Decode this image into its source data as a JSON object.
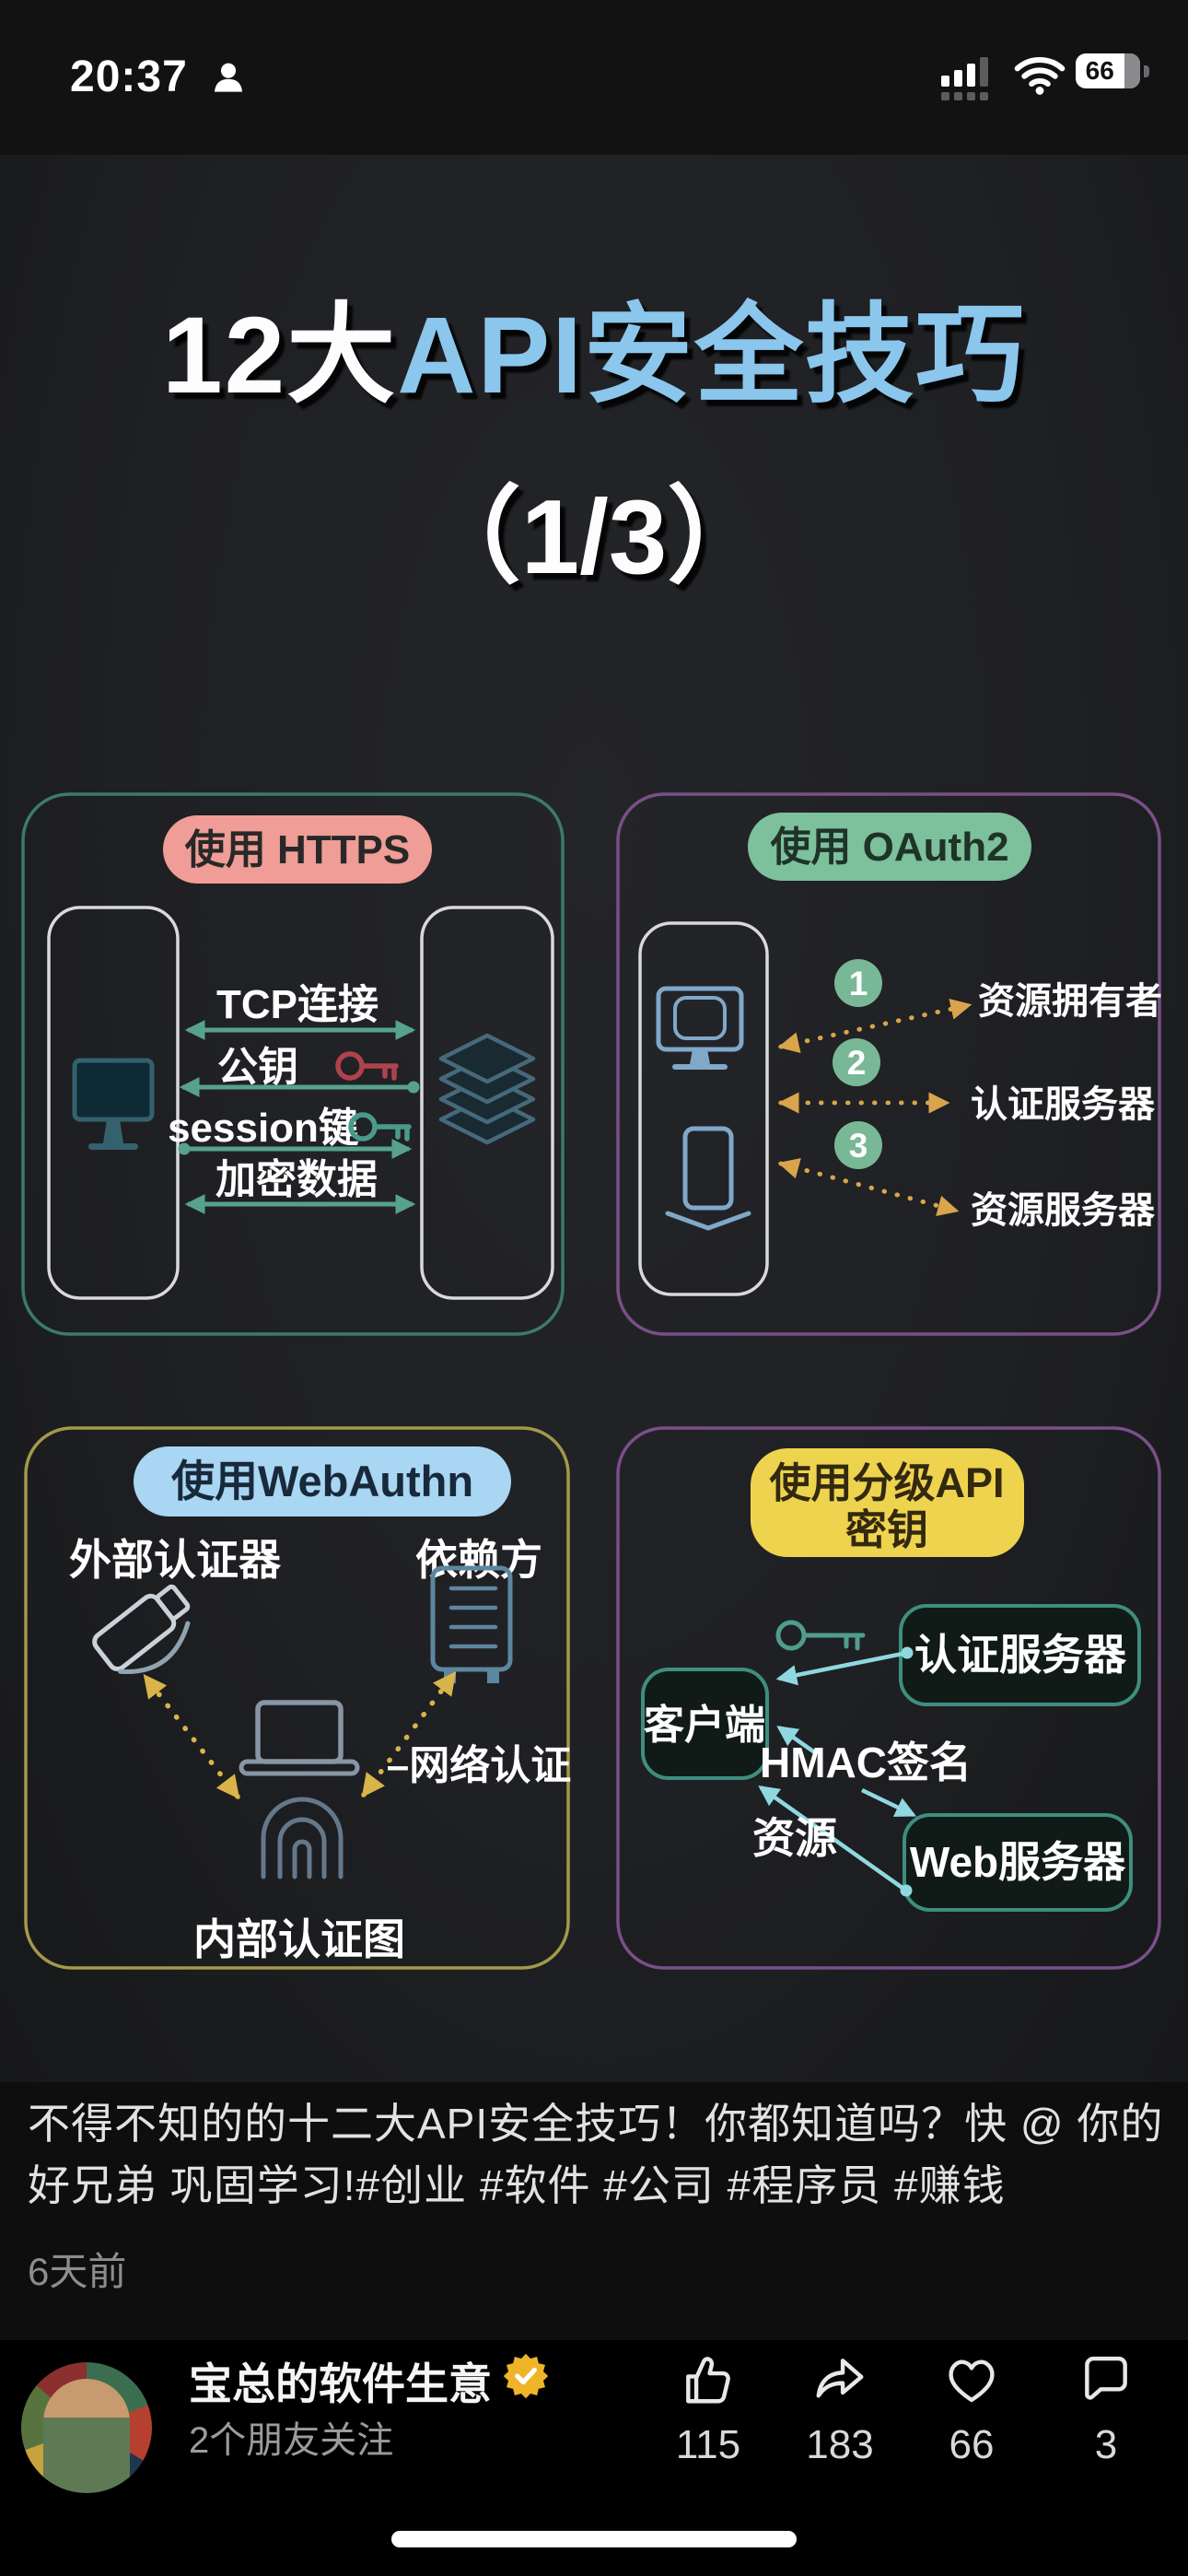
{
  "status_bar": {
    "time": "20:37",
    "battery_percent": "66"
  },
  "title": {
    "part_white": "12大",
    "part_blue": "API安全技巧",
    "subtitle": "（1/3）",
    "blue_color": "#8bc6ec"
  },
  "panels": {
    "https": {
      "label": "使用 HTTPS",
      "label_bg": "#ef9d96",
      "rows": [
        {
          "text": "TCP连接"
        },
        {
          "text": "公钥"
        },
        {
          "text": "session键"
        },
        {
          "text": "加密数据"
        }
      ]
    },
    "oauth2": {
      "label": "使用 OAuth2",
      "label_bg": "#7cc09c",
      "steps": [
        "1",
        "2",
        "3"
      ],
      "entities": [
        "资源拥有者",
        "认证服务器",
        "资源服务器"
      ]
    },
    "webauthn": {
      "label": "使用WebAuthn",
      "label_bg": "#a9d6f2",
      "external_authenticator": "外部认证器",
      "relying_party": "依赖方",
      "network_auth": "–网络认证",
      "internal_auth": "内部认证图"
    },
    "api_keys": {
      "label_line1": "使用分级API",
      "label_line2": "密钥",
      "label_bg": "#eed34f",
      "client": "客户端",
      "auth_server": "认证服务器",
      "web_server": "Web服务器",
      "hmac": "HMAC签名",
      "resource": "资源"
    }
  },
  "caption": {
    "line1": "不得不知的的十二大API安全技巧！你都知道吗？快 @ 你的",
    "line2": "好兄弟 巩固学习!#创业 #软件 #公司 #程序员 #赚钱",
    "posted": "6天前"
  },
  "footer": {
    "author": "宝总的软件生意",
    "followers": "2个朋友关注",
    "actions": [
      {
        "name": "like",
        "count": "115"
      },
      {
        "name": "share",
        "count": "183"
      },
      {
        "name": "favorite",
        "count": "66"
      },
      {
        "name": "comment",
        "count": "3"
      }
    ]
  }
}
